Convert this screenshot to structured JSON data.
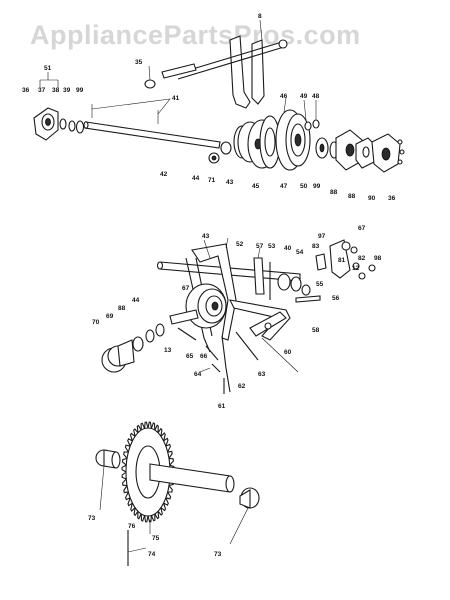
{
  "watermark": "AppliancePartsPros.com",
  "groups": {
    "top": {
      "labels": [
        "8",
        "35",
        "51",
        "36",
        "37",
        "38",
        "39",
        "99",
        "41",
        "42",
        "46",
        "49",
        "48",
        "44",
        "71",
        "43",
        "45",
        "47",
        "50",
        "99",
        "88",
        "88",
        "90",
        "36"
      ]
    },
    "middle": {
      "labels": [
        "43",
        "52",
        "57",
        "53",
        "40",
        "54",
        "97",
        "83",
        "67",
        "81",
        "82",
        "12",
        "98",
        "55",
        "56",
        "67",
        "58",
        "44",
        "88",
        "69",
        "13",
        "70",
        "65",
        "66",
        "62",
        "63",
        "60",
        "64",
        "61"
      ]
    },
    "bottom": {
      "labels": [
        "73",
        "76",
        "74",
        "75",
        "73"
      ]
    }
  }
}
